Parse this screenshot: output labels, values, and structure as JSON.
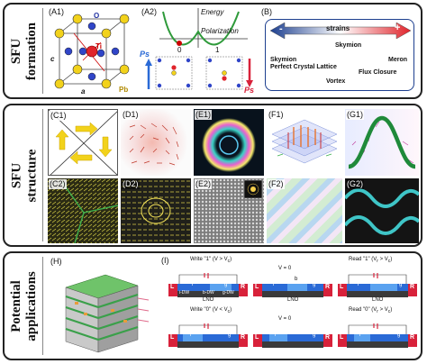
{
  "sections": {
    "formation": "SFU\nformation",
    "structure": "SFU\nstructure",
    "applications": "Potential\napplications"
  },
  "panels": {
    "A1": {
      "label": "(A1)",
      "o": "O",
      "ti": "Ti",
      "pb": "Pb",
      "c": "c",
      "a": "a"
    },
    "A2": {
      "label": "(A2)",
      "energy": "Energy",
      "polarization": "Polarization",
      "zero": "0",
      "one": "1",
      "ps_left": "Ps",
      "ps_right": "Ps"
    },
    "B": {
      "label": "(B)",
      "minus": "-",
      "plus": "+",
      "strains": "strains",
      "skymion": "Skymion",
      "skymion2": "Skymion",
      "pcl": "Perfect Crystal Lattice",
      "meron": "Meron",
      "flux": "Flux Closure",
      "vortex": "Vortex"
    },
    "C1": "(C1)",
    "D1": "(D1)",
    "E1": "(E1)",
    "F1": "(F1)",
    "G1": "(G1)",
    "C2": "(C2)",
    "D2": "(D2)",
    "E2": "(E2)",
    "F2": "(F2)",
    "G2": "(G2)",
    "H": "(H)",
    "I": {
      "label": "(I)",
      "write1": "Write \"1\" (V > V",
      "write0": "Write \"0\" (V < V",
      "read1": "Read \"1\" (V",
      "read0": "Read \"0\" (V",
      "v0": "V = 0",
      "lno": "LNO",
      "l": "L",
      "r": "R",
      "i": "i",
      "g": "g",
      "b": "b",
      "idw": "i-DW",
      "bdw": "b-DW",
      "gdw": "g-DW"
    }
  },
  "colors": {
    "frame": "#222222",
    "strain_red": "#e0242b",
    "strain_blue": "#1d3f8f",
    "device_red": "#d8213a",
    "device_blue": "#2a6ad6"
  }
}
